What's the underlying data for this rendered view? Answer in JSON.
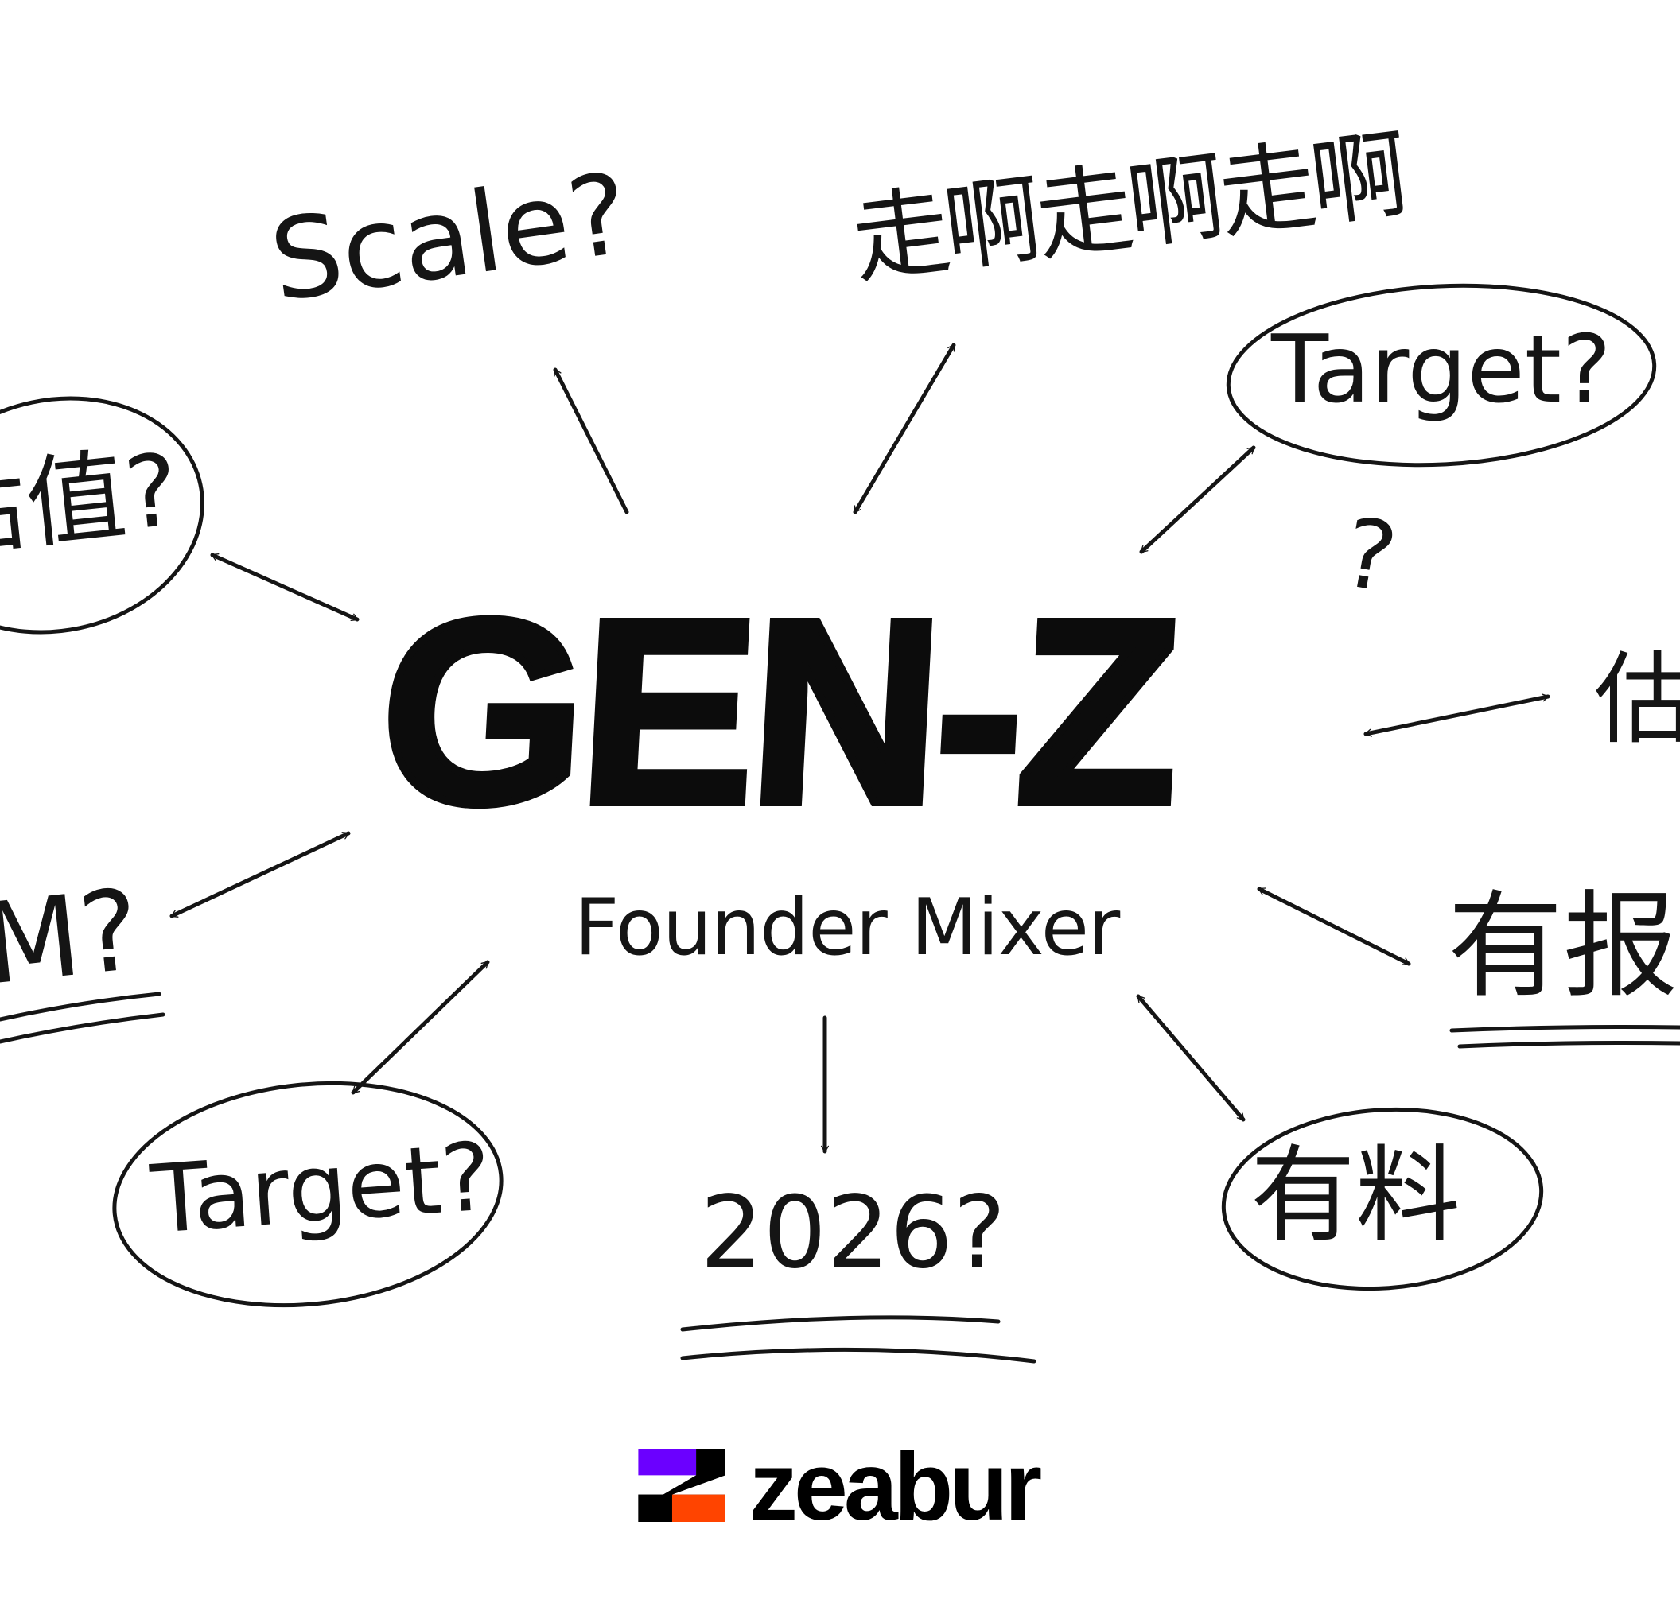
{
  "center": {
    "title": "GEN-Z",
    "subtitle": "Founder Mixer"
  },
  "notes": {
    "scale": "Scale?",
    "walk": "走啊走啊走啊",
    "target_top": "Target?",
    "valuation_left": "估值?",
    "m_left": "M?",
    "valuation_right": "估",
    "report_right": "有报",
    "target_bottom": "Target?",
    "year": "2026?",
    "material": "有料",
    "question": "?"
  },
  "logo": {
    "wordmark": "zeabur",
    "colors": {
      "purple": "#6B00FF",
      "orange": "#FF4400",
      "black": "#000000"
    }
  }
}
